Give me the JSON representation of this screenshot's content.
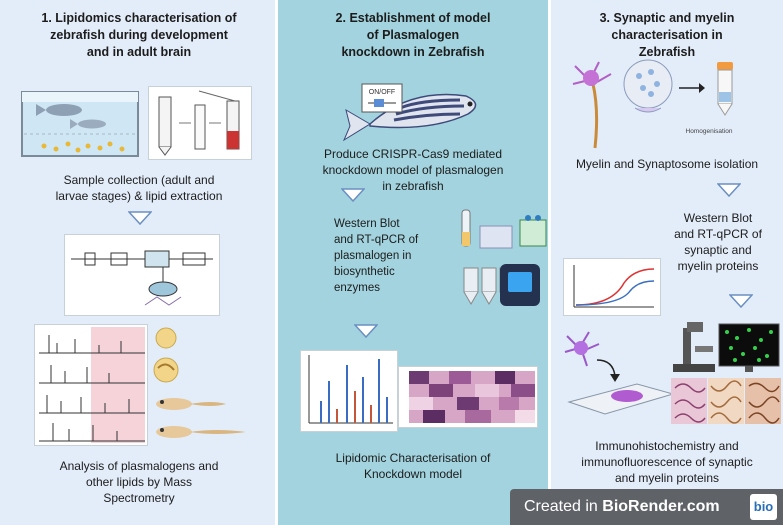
{
  "panel1": {
    "title": "1.  Lipidomics characterisation of\nzebrafish during development\nand in adult brain",
    "step1": "Sample collection (adult and\nlarvae stages) & lipid extraction",
    "step2": "Analysis of plasmalogens and\nother lipids by Mass\nSpectrometry"
  },
  "panel2": {
    "title": "2. Establishment of model\nof Plasmalogen\nknockdown in Zebrafish",
    "crispr_label": "ON/OFF",
    "step1": "Produce CRISPR-Cas9 mediated\nknockdown model of plasmalogen\nin zebrafish",
    "step2": "Western Blot\nand RT-qPCR of\nplasmalogen in\nbiosynthetic\nenzymes",
    "step3": "Lipidomic Characterisation of\nKnockdown model"
  },
  "panel3": {
    "title": "3. Synaptic and myelin\ncharacterisation in\nZebrafish",
    "homogenisation_label": "Homogenisation",
    "step1": "Myelin and Synaptosome isolation",
    "step2": "Western Blot\nand RT-qPCR of\nsynaptic and\nmyelin proteins",
    "step3": "Immunohistochemistry and\nimmunofluorescence of synaptic\nand myelin proteins"
  },
  "badge": {
    "prefix": "Created in ",
    "brand": "BioRender.com",
    "logo": "bio"
  },
  "colors": {
    "panel_side": "#e3edf9",
    "panel_middle": "#a2d3de",
    "arrow_outline": "#6a8fc0",
    "badge_bg": "#5f6367"
  },
  "icons": [
    "tank-icon",
    "extraction-tubes-icon",
    "lc-ms-schematic-icon",
    "mass-spectra-icon",
    "zebrafish-embryo-icon",
    "zebrafish-larva-icon",
    "zebrafish-crispr-icon",
    "western-blot-icon",
    "gel-icon",
    "antibody-icon",
    "thermocycler-icon",
    "pcr-tubes-icon",
    "qpcr-curve-icon",
    "neuron-icon",
    "synapse-icon",
    "centrifuge-tube-icon",
    "microscope-icon",
    "monitor-icon",
    "slide-icon",
    "tissue-section-icon",
    "lipidomic-spectrum-icon",
    "heatmap-icon"
  ]
}
